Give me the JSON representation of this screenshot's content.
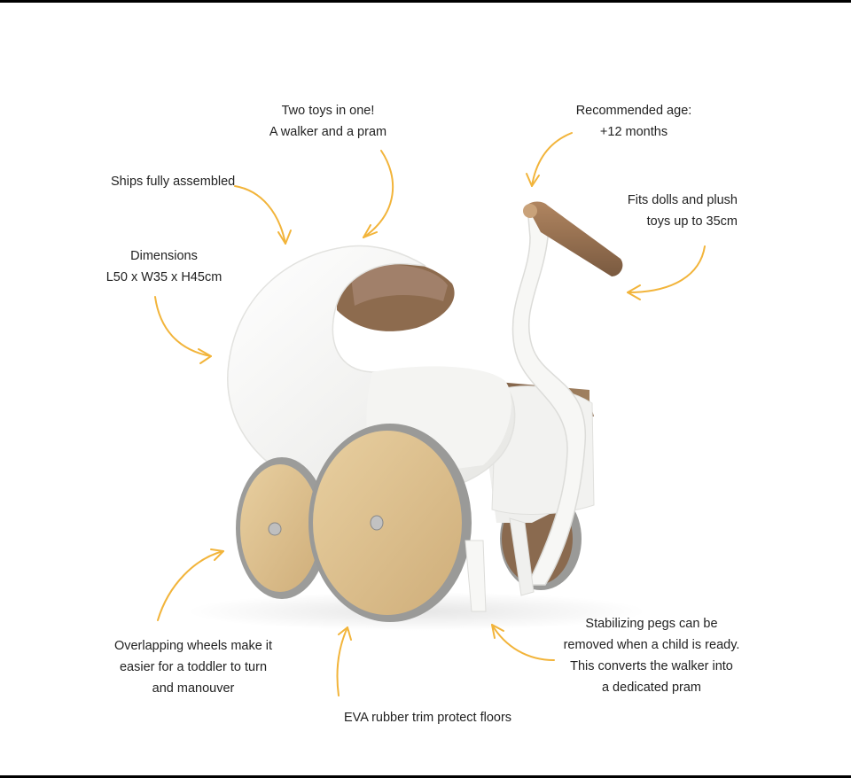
{
  "annotations": {
    "two_toys": [
      "Two toys in one!",
      "A walker and a pram"
    ],
    "recommended_age": [
      "Recommended age:",
      "+12 months"
    ],
    "ships_assembled": [
      "Ships fully assembled"
    ],
    "fits_dolls": [
      "Fits dolls and plush",
      "toys up to 35cm"
    ],
    "dimensions": [
      "Dimensions",
      "L50 x W35 x H45cm"
    ],
    "overlapping_wheels": [
      "Overlapping wheels make it",
      "easier for a toddler to turn",
      "and manouver"
    ],
    "stabilizing_pegs": [
      "Stabilizing pegs can be",
      "removed when a child is ready.",
      "This converts the walker into",
      "a dedicated pram"
    ],
    "eva_trim": [
      "EVA rubber trim protect floors"
    ]
  },
  "colors": {
    "arrow": "#f2b43a",
    "body_white": "#f6f6f4",
    "walnut": "#8a6a4f",
    "birch": "#dcc090",
    "rubber_trim": "#9a9a98"
  }
}
